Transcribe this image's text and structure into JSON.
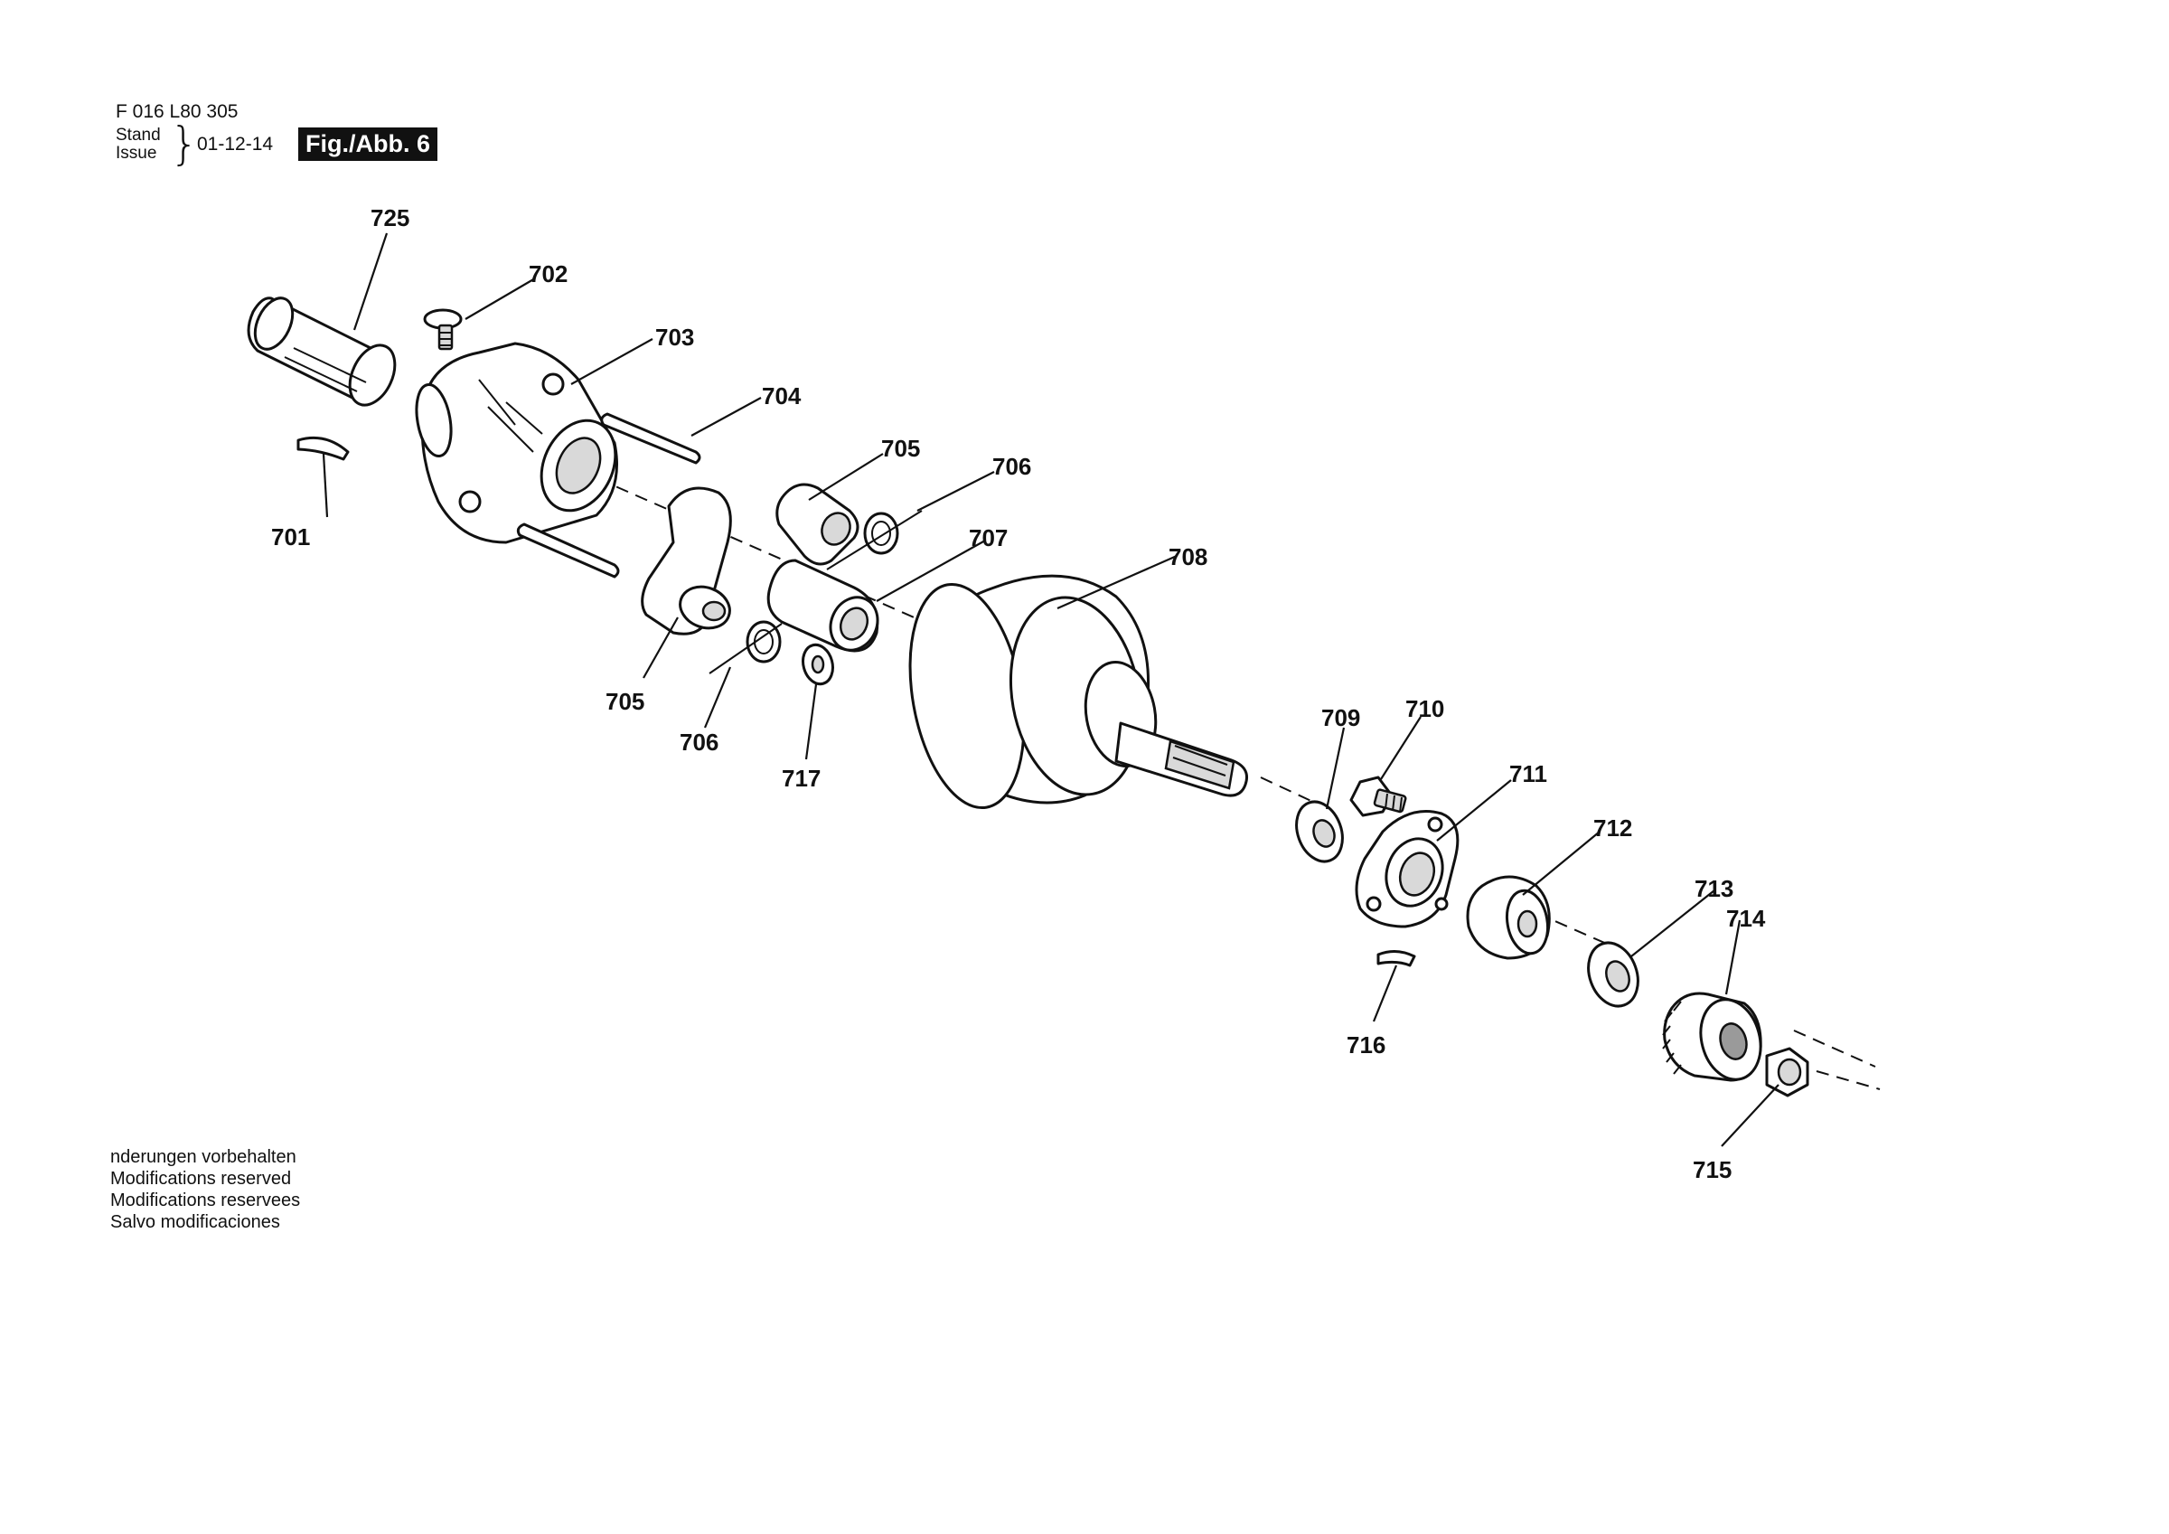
{
  "header": {
    "doc_number": "F 016 L80 305",
    "stand_label": "Stand",
    "issue_label": "Issue",
    "issue_date": "01-12-14",
    "fig_label": "Fig./Abb. 6"
  },
  "callouts": {
    "p701": "701",
    "p702": "702",
    "p703": "703",
    "p704": "704",
    "p705a": "705",
    "p705b": "705",
    "p706a": "706",
    "p706b": "706",
    "p707": "707",
    "p708": "708",
    "p709": "709",
    "p710": "710",
    "p711": "711",
    "p712": "712",
    "p713": "713",
    "p714": "714",
    "p715": "715",
    "p716": "716",
    "p717": "717",
    "p725": "725"
  },
  "notes": [
    "nderungen vorbehalten",
    "Modifications reserved",
    "Modifications reservees",
    "Salvo modificaciones"
  ]
}
